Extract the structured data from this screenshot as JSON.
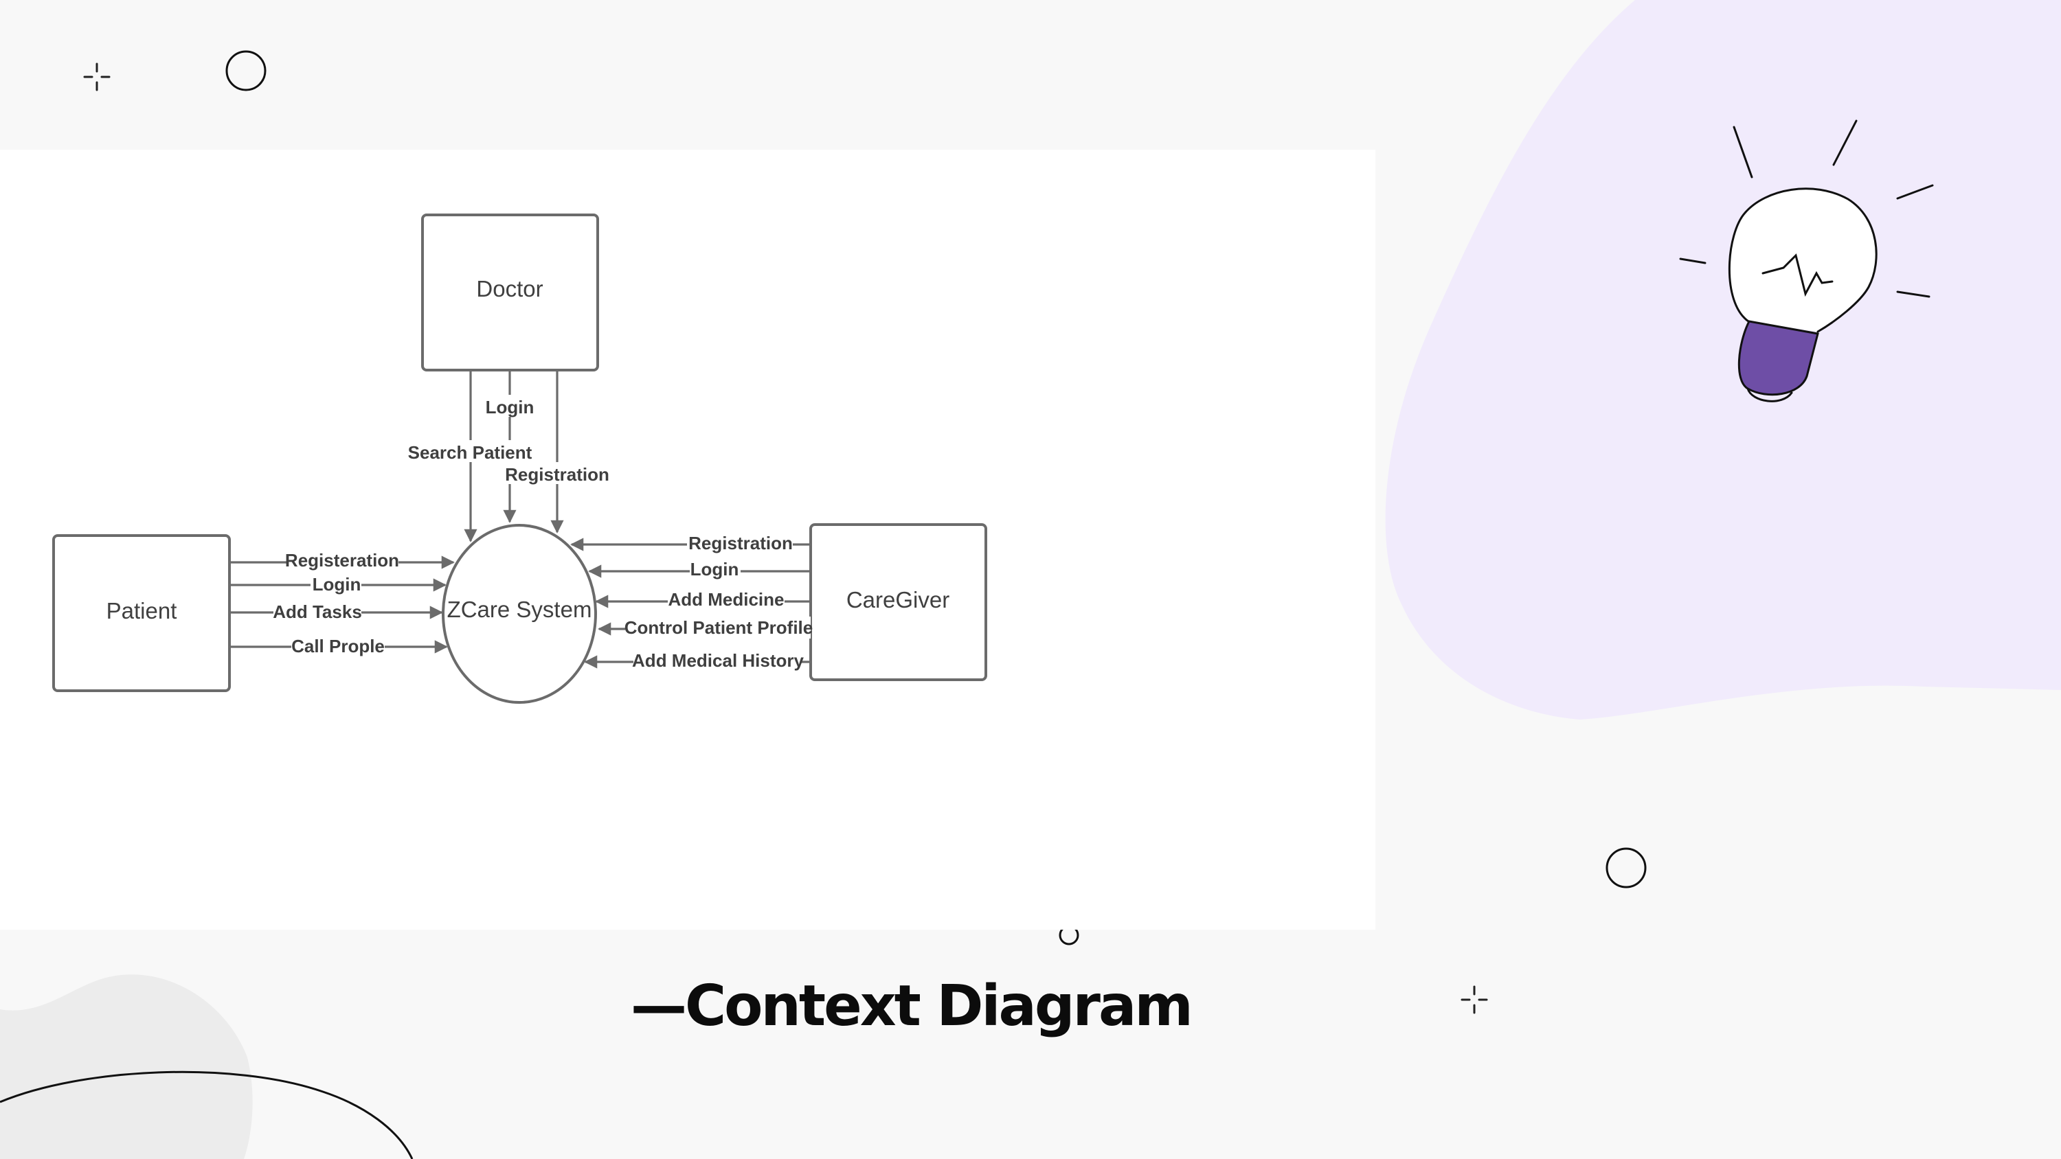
{
  "slide": {
    "title": "—Context Diagram",
    "accent_color": "#6b4aa2",
    "blob_color": "#f1ebfc"
  },
  "decorations": {
    "icons": [
      "lightbulb-icon",
      "sparkle-icon",
      "circle-icon"
    ]
  },
  "diagram": {
    "entities": {
      "doctor": "Doctor",
      "patient": "Patient",
      "caregiver": "CareGiver",
      "system": "ZCare System"
    },
    "doctor_flows": [
      "Login",
      "Search Patient",
      "Registration"
    ],
    "patient_flows": [
      "Registeration",
      "Login",
      "Add Tasks",
      "Call Prople"
    ],
    "caregiver_flows": [
      "Registration",
      "Login",
      "Add Medicine",
      "Control Patient Profile",
      "Add Medical History"
    ]
  }
}
